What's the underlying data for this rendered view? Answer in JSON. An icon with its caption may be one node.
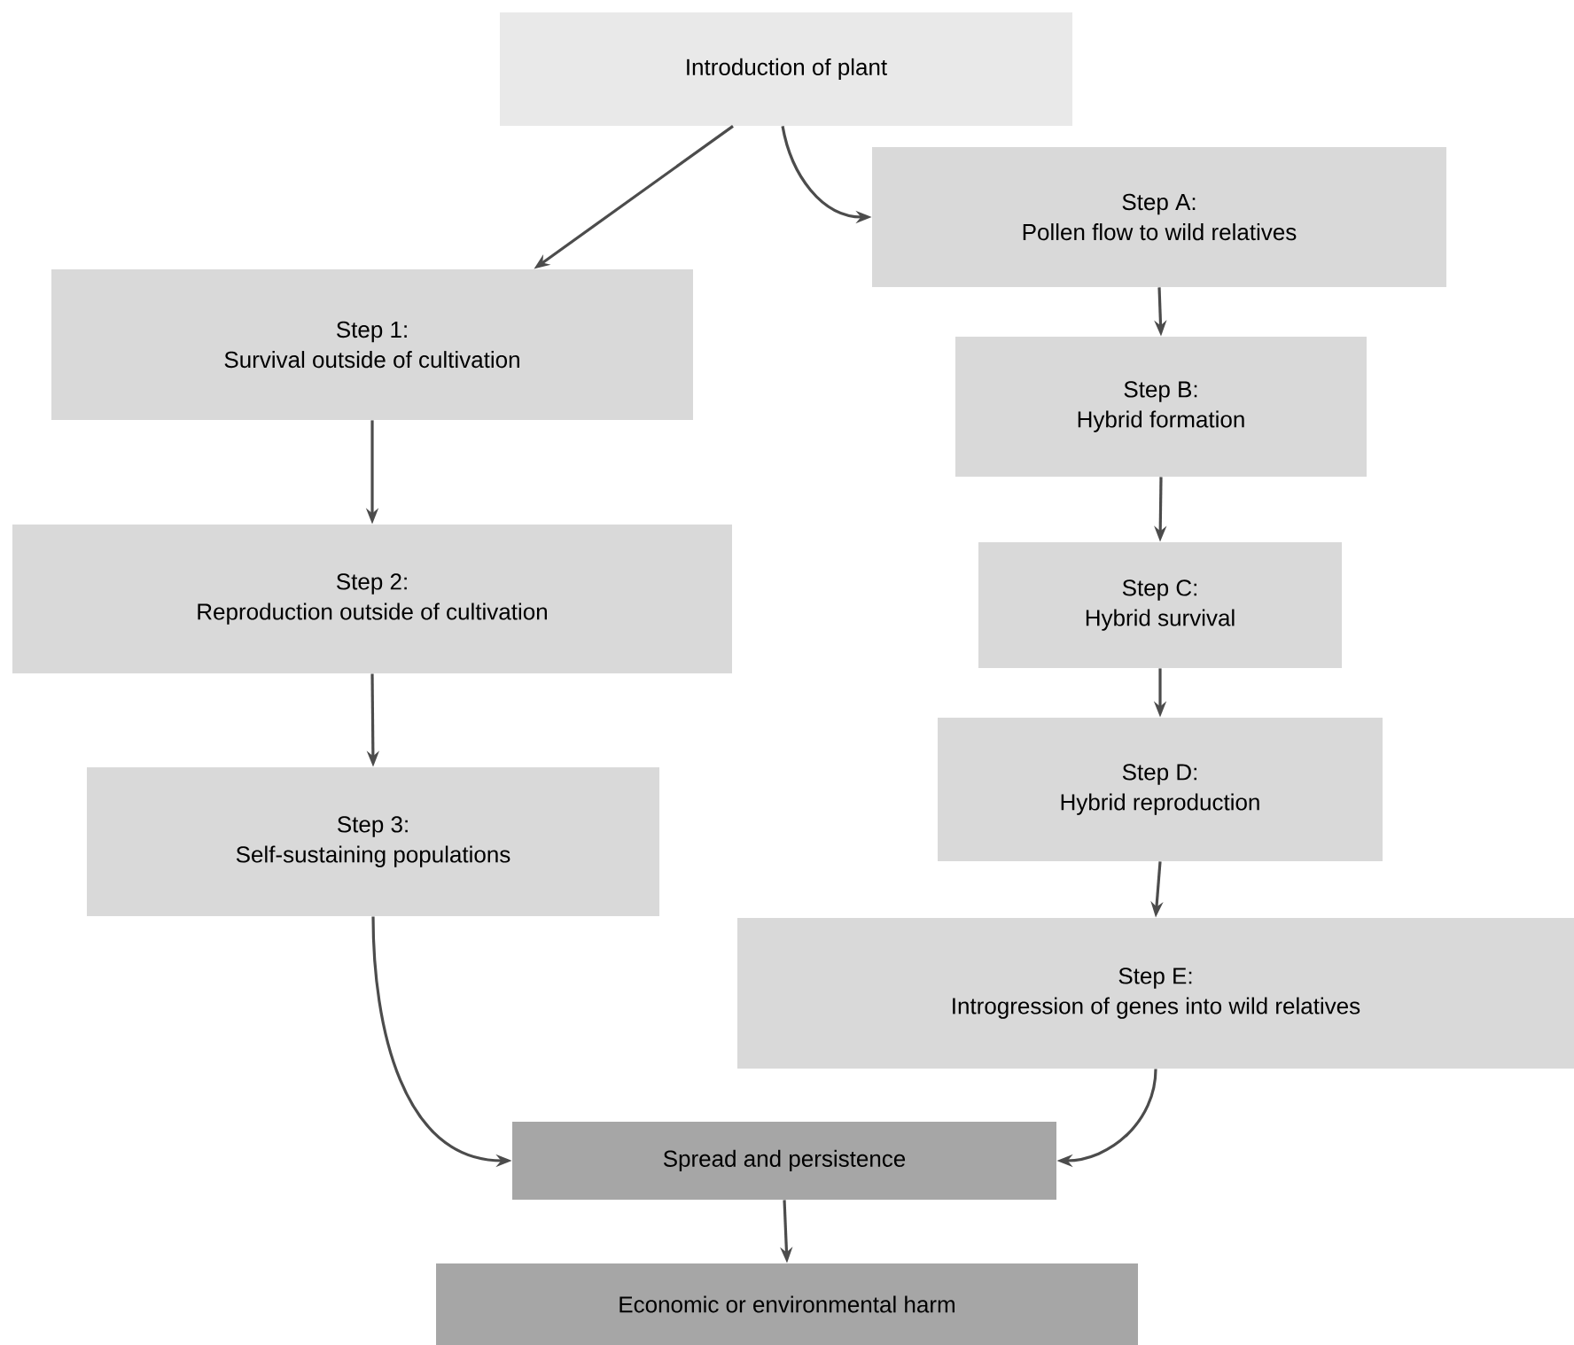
{
  "diagram": {
    "nodes": [
      {
        "text": [
          "Introduction of plant"
        ]
      },
      {
        "text": [
          "Step 1:",
          "Survival outside of cultivation"
        ]
      },
      {
        "text": [
          "Step 2:",
          "Reproduction outside of cultivation"
        ]
      },
      {
        "text": [
          "Step 3:",
          "Self-sustaining populations"
        ]
      },
      {
        "text": [
          "Step A:",
          "Pollen flow to wild relatives"
        ]
      },
      {
        "text": [
          "Step B:",
          "Hybrid formation"
        ]
      },
      {
        "text": [
          "Step C:",
          "Hybrid survival"
        ]
      },
      {
        "text": [
          "Step D:",
          "Hybrid reproduction"
        ]
      },
      {
        "text": [
          "Step E:",
          "Introgression of genes into wild relatives"
        ]
      },
      {
        "text": [
          "Spread and persistence"
        ]
      },
      {
        "text": [
          "Economic or environmental harm"
        ]
      }
    ],
    "edges": [
      {
        "from": 0,
        "to": 1,
        "arrow": "to"
      },
      {
        "from": 0,
        "to": 4,
        "arrow": "to"
      },
      {
        "from": 1,
        "to": 2,
        "arrow": "to"
      },
      {
        "from": 2,
        "to": 3,
        "arrow": "to"
      },
      {
        "from": 4,
        "to": 5,
        "arrow": "to"
      },
      {
        "from": 5,
        "to": 6,
        "arrow": "to"
      },
      {
        "from": 6,
        "to": 7,
        "arrow": "to"
      },
      {
        "from": 7,
        "to": 8,
        "arrow": "to"
      },
      {
        "from": 3,
        "to": 9,
        "arrow": "to"
      },
      {
        "from": 8,
        "to": 9,
        "arrow": "to"
      },
      {
        "from": 9,
        "to": 10,
        "arrow": "to"
      }
    ]
  }
}
